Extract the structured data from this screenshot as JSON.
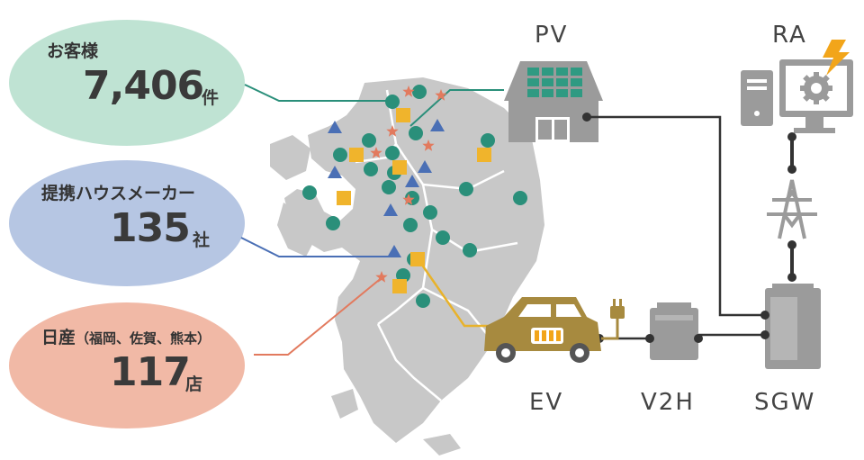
{
  "bubbles": {
    "customers": {
      "label": "お客様",
      "value": "7,406",
      "unit": "件",
      "color": "#bfe3d3"
    },
    "makers": {
      "label": "提携ハウスメーカー",
      "value": "135",
      "unit": "社",
      "color": "#b6c6e3"
    },
    "nissan": {
      "label": "日産",
      "sub": "（福岡、佐賀、熊本）",
      "value": "117",
      "unit": "店",
      "color": "#f1b9a6"
    }
  },
  "nodes": {
    "pv": "PV",
    "ra": "RA",
    "ev": "EV",
    "v2h": "V2H",
    "sgw": "SGW"
  },
  "colors": {
    "map": "#c8c8c8",
    "customers_line": "#2a8f7a",
    "makers_line": "#4a6fb5",
    "nissan_line": "#e27a5e",
    "ev_line": "#e8b22a",
    "device": "#9b9b9b",
    "wire": "#333333",
    "ev_body": "#a78a3f",
    "bolt": "#f2a51a"
  },
  "legend_icons": {
    "customers": "green-circle",
    "makers": "blue-triangle",
    "nissan": "orange-star",
    "dealer": "yellow-square"
  }
}
